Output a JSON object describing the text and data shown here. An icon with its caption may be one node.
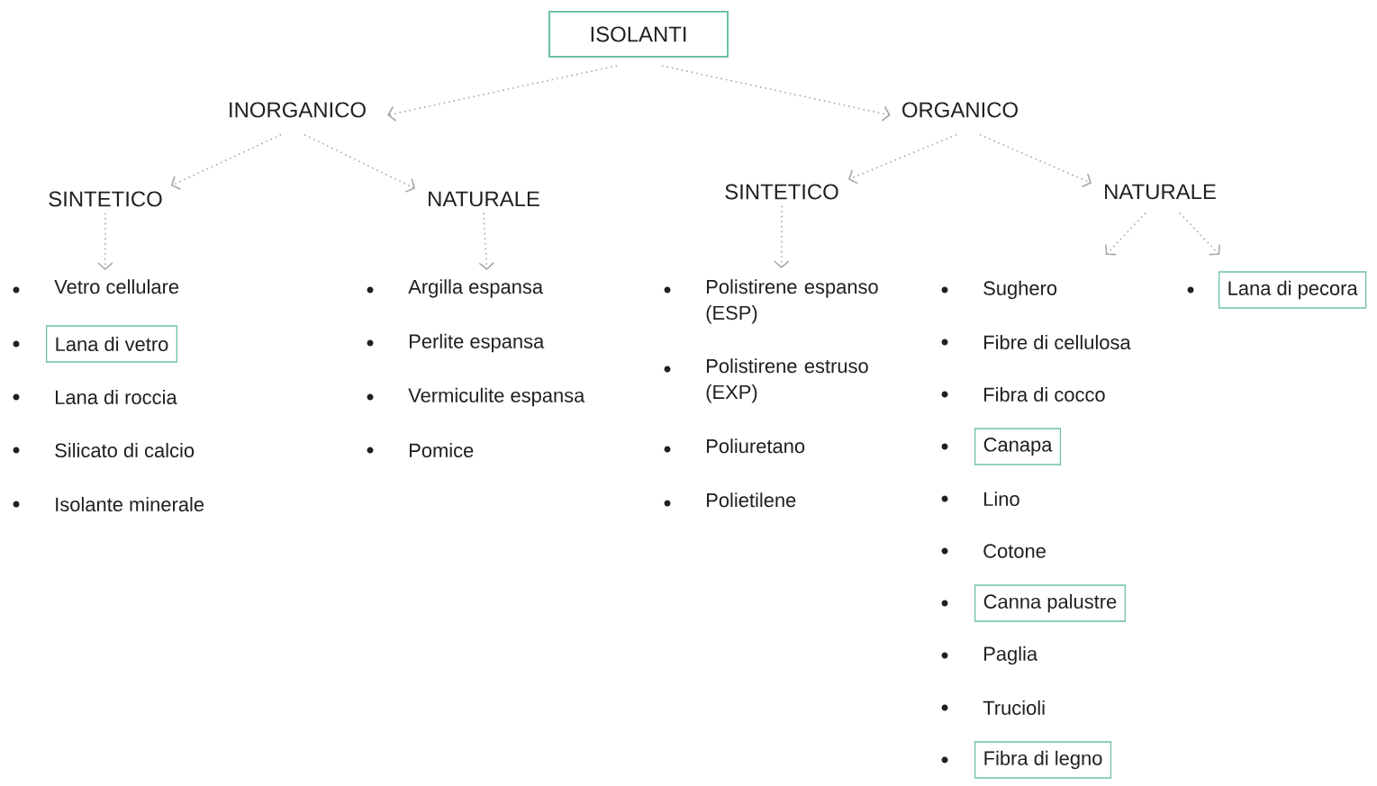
{
  "diagram": {
    "nodes": [
      {
        "text": [
          "ISOLANTI"
        ]
      },
      {
        "text": [
          "INORGANICO"
        ]
      },
      {
        "text": [
          "ORGANICO"
        ]
      },
      {
        "text": [
          "SINTETICO"
        ]
      },
      {
        "text": [
          "NATURALE"
        ]
      },
      {
        "text": [
          "SINTETICO"
        ]
      },
      {
        "text": [
          "NATURALE"
        ]
      },
      {
        "text": [
          "Lana di vetro"
        ]
      },
      {
        "text": [
          "Canapa"
        ]
      },
      {
        "text": [
          "Canna palustre"
        ]
      },
      {
        "text": [
          "Fibra di legno"
        ]
      },
      {
        "text": [
          "Lana di pecora"
        ]
      },
      {
        "text": [
          "Vetro cellulare"
        ]
      },
      {
        "text": [
          "Argilla espansa"
        ]
      },
      {
        "text": [
          "Polistirene espanso (ESP)"
        ]
      }
    ],
    "edges": [
      {
        "from": 0,
        "to": 1,
        "arrow": "to"
      },
      {
        "from": 0,
        "to": 2,
        "arrow": "to"
      },
      {
        "from": 1,
        "to": 3,
        "arrow": "to"
      },
      {
        "from": 1,
        "to": 4,
        "arrow": "to"
      },
      {
        "from": 2,
        "to": 5,
        "arrow": "to"
      },
      {
        "from": 2,
        "to": 6,
        "arrow": "to"
      },
      {
        "from": 3,
        "to": 12,
        "arrow": "to"
      },
      {
        "from": 4,
        "to": 13,
        "arrow": "to"
      },
      {
        "from": 5,
        "to": 14,
        "arrow": "to"
      },
      {
        "from": 6,
        "to": null,
        "arrow": "to"
      },
      {
        "from": 6,
        "to": null,
        "arrow": "to"
      }
    ],
    "labels": [
      "Lana di roccia",
      "Silicato di calcio",
      "Isolante minerale",
      "Perlite espansa",
      "Vermiculite espansa",
      "Pomice",
      "Polistirene estruso (EXP)",
      "Poliuretano",
      "Polietilene",
      "Sughero",
      "Fibre di cellulosa",
      "Fibra di cocco",
      "Lino",
      "Cotone",
      "Paglia",
      "Trucioli"
    ]
  }
}
